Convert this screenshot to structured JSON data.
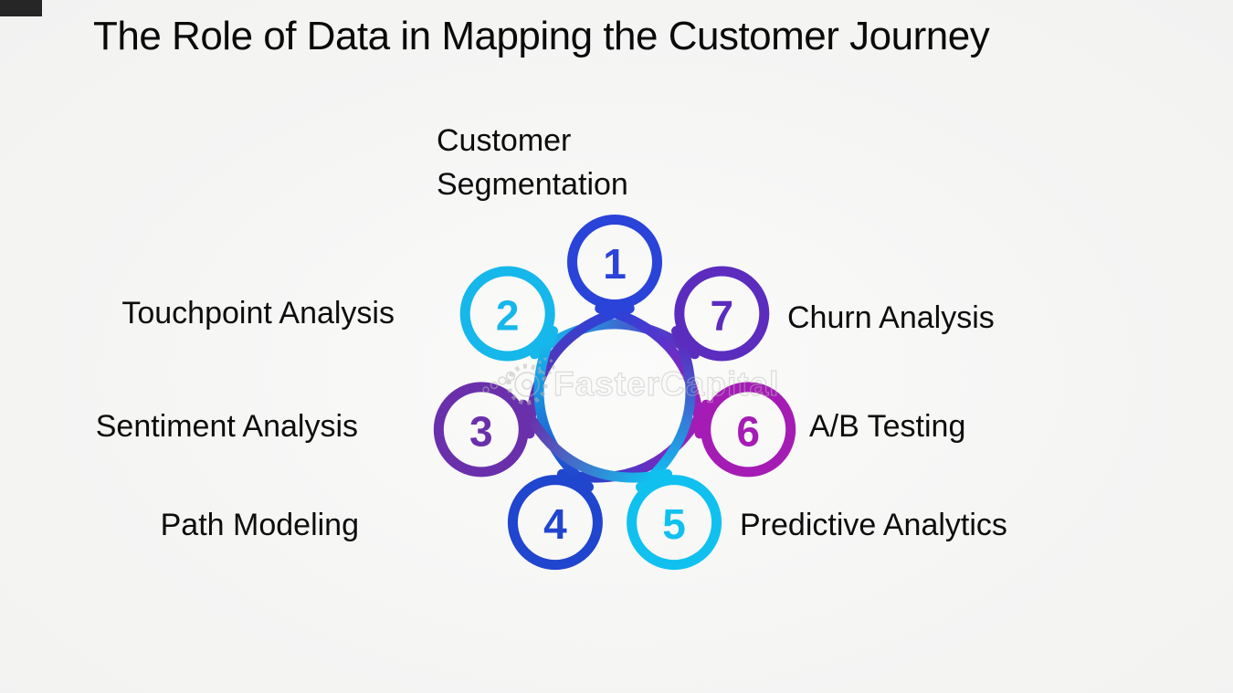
{
  "title": "The Role of Data in Mapping the Customer Journey",
  "watermark": {
    "text": "FasterCapital",
    "color": "#bdbdbd"
  },
  "background_color": "#f5f5f4",
  "diagram": {
    "type": "looped-star-cycle",
    "steps_count": 7,
    "items": [
      {
        "number": "1",
        "label": "Customer Segmentation",
        "color": "#2a43d8",
        "label_side": "top"
      },
      {
        "number": "2",
        "label": "Touchpoint Analysis",
        "color": "#16b7ea",
        "label_side": "left"
      },
      {
        "number": "3",
        "label": "Sentiment Analysis",
        "color": "#6a30ab",
        "label_side": "left"
      },
      {
        "number": "4",
        "label": "Path Modeling",
        "color": "#2045ce",
        "label_side": "left"
      },
      {
        "number": "5",
        "label": "Predictive Analytics",
        "color": "#10c1f0",
        "label_side": "right"
      },
      {
        "number": "6",
        "label": "A/B Testing",
        "color": "#a51cb5",
        "label_side": "right"
      },
      {
        "number": "7",
        "label": "Churn Analysis",
        "color": "#5b2cbe",
        "label_side": "right"
      }
    ],
    "connections": [
      {
        "from": 2,
        "to": 7,
        "passes_under": 1
      },
      {
        "from": 4,
        "to": 6,
        "passes_under": 5
      },
      {
        "from": 3,
        "to": 1,
        "passes_under": 2
      },
      {
        "from": 1,
        "to": 6,
        "passes_under": 7
      },
      {
        "from": 2,
        "to": 4,
        "passes_under": 3
      },
      {
        "from": 5,
        "to": 7,
        "passes_under": 6
      },
      {
        "from": 3,
        "to": 5,
        "passes_under": 4
      }
    ]
  }
}
